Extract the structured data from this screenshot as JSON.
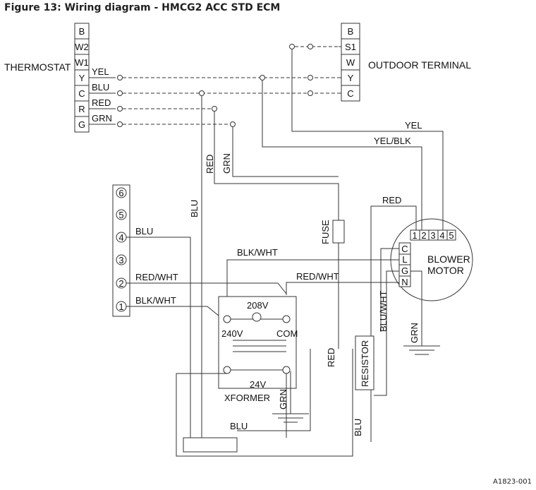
{
  "figure_title": "Figure 13: Wiring diagram - HMCG2 ACC STD ECM",
  "thermostat": {
    "label": "THERMOSTAT",
    "terminals": [
      "B",
      "W2",
      "W1",
      "Y",
      "C",
      "R",
      "G"
    ]
  },
  "outdoor": {
    "label": "OUTDOOR  TERMINAL",
    "terminals": [
      "B",
      "S1",
      "W",
      "Y",
      "C"
    ]
  },
  "board": {
    "terminals": [
      "6",
      "5",
      "4",
      "3",
      "2",
      "1"
    ]
  },
  "blower": {
    "label_line1": "BLOWER",
    "label_line2": "MOTOR",
    "pins_top": [
      "1",
      "2",
      "3",
      "4",
      "5"
    ],
    "pins_side": [
      "C",
      "L",
      "G",
      "N"
    ]
  },
  "transformer": {
    "label": "XFORMER",
    "primary": "208V",
    "tap_left": "240V",
    "tap_right": "COM",
    "secondary": "24V"
  },
  "wires": {
    "yel": "YEL",
    "blu": "BLU",
    "red": "RED",
    "grn": "GRN",
    "yel2": "YEL",
    "yel_blk": "YEL/BLK",
    "red_v1": "RED",
    "grn_v1": "GRN",
    "blu_v1": "BLU",
    "red_motor": "RED",
    "fuse": "FUSE",
    "blk_wht_top": "BLK/WHT",
    "blu_4": "BLU",
    "red_wht_2": "RED/WHT",
    "red_wht_motor": "RED/WHT",
    "blk_wht_1": "BLK/WHT",
    "blu_wht": "BLU/WHT",
    "grn_motor": "GRN",
    "resistor": "RESISTOR",
    "red_v2": "RED",
    "grn_xf": "GRN",
    "blu_bottom": "BLU",
    "blu_v2": "BLU"
  },
  "reference": "A1823-001"
}
